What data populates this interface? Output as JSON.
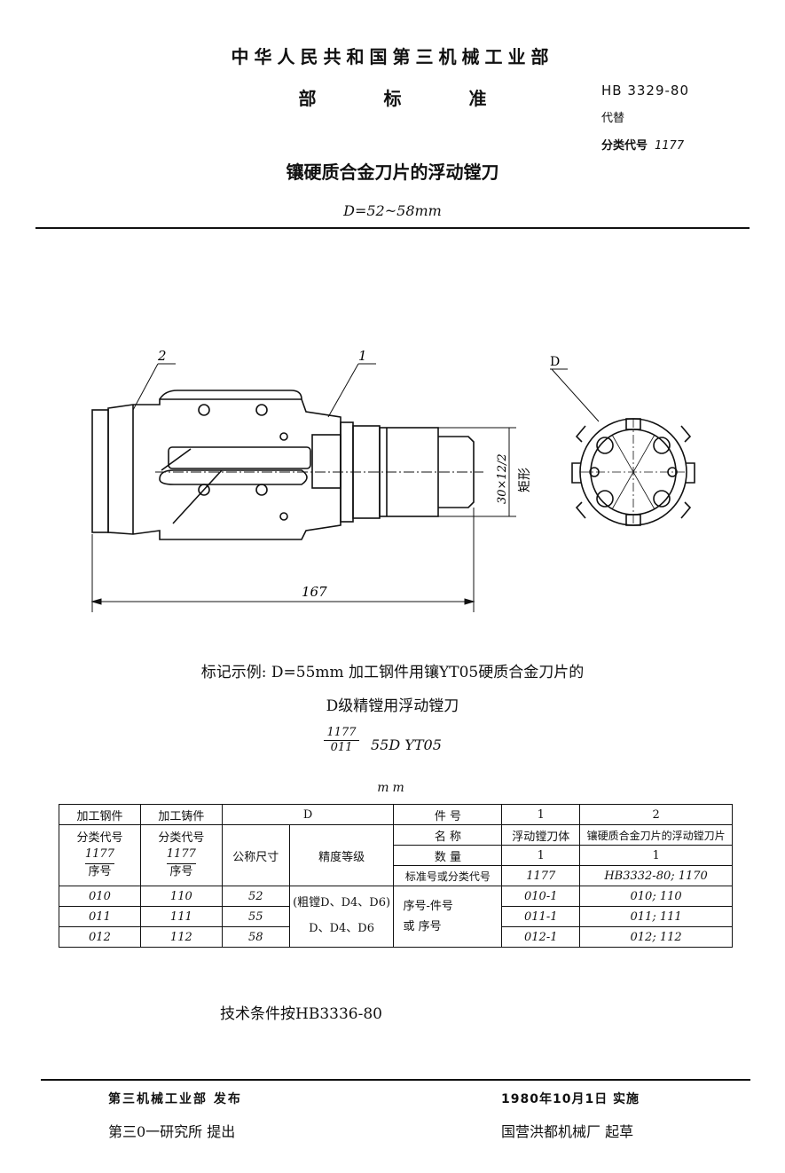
{
  "header": {
    "ministry": "中华人民共和国第三机械工业部",
    "standard_words": [
      "部",
      "标",
      "准"
    ],
    "code": "HB 3329-80",
    "replaces_label": "代替",
    "class_label": "分类代号",
    "class_value": "1177",
    "title": "镶硬质合金刀片的浮动镗刀",
    "subtitle": "D=52~58mm"
  },
  "drawing": {
    "callout_2": "2",
    "callout_1": "1",
    "callout_D": "D",
    "thread_spec": "30×12/2",
    "thread_type": "矩形",
    "length": "167"
  },
  "marking": {
    "line1": "标记示例:  D=55mm 加工钢件用镶YT05硬质合金刀片的",
    "line2": "D级精镗用浮动镗刀",
    "fraction_numerator": "1177",
    "fraction_denominator": "011",
    "value": "55D   YT05"
  },
  "table": {
    "unit": "mm",
    "h_steel_1": "加工钢件",
    "h_cast_1": "加工铸件",
    "h_D": "D",
    "h_partno": "件        号",
    "h_p1": "1",
    "h_p2": "2",
    "h_class_steel": "分类代号",
    "h_class_cast": "分类代号",
    "h_class_val_steel": "1177",
    "h_class_val_cast": "1177",
    "h_seq_steel": "序号",
    "h_seq_cast": "序号",
    "h_nominal": "公称尺寸",
    "h_precision": "精度等级",
    "h_name": "名        称",
    "h_name_1": "浮动镗刀体",
    "h_name_2": "镶硬质合金刀片的浮动镗刀片",
    "h_qty": "数        量",
    "h_qty_1": "1",
    "h_qty_2": "1",
    "h_stdno": "标准号或分类代号",
    "h_stdno_1": "1177",
    "h_stdno_2": "HB3332-80; 1170",
    "precision_value_1": "(粗镗D、D4、D6)",
    "precision_value_2": "D、D4、D6",
    "seq_note_1": "序号-件号",
    "seq_note_2": "或 序号",
    "rows": [
      {
        "steel": "010",
        "cast": "110",
        "nominal": "52",
        "p1": "010-1",
        "p2": "010; 110"
      },
      {
        "steel": "011",
        "cast": "111",
        "nominal": "55",
        "p1": "011-1",
        "p2": "011; 111"
      },
      {
        "steel": "012",
        "cast": "112",
        "nominal": "58",
        "p1": "012-1",
        "p2": "012; 112"
      }
    ]
  },
  "tech_condition": "技术条件按HB3336-80",
  "footer": {
    "publisher": "第三机械工业部  发布",
    "proposer": "第三0一研究所 提出",
    "effective": "1980年10月1日  实施",
    "drafter": "国营洪都机械厂 起草"
  }
}
